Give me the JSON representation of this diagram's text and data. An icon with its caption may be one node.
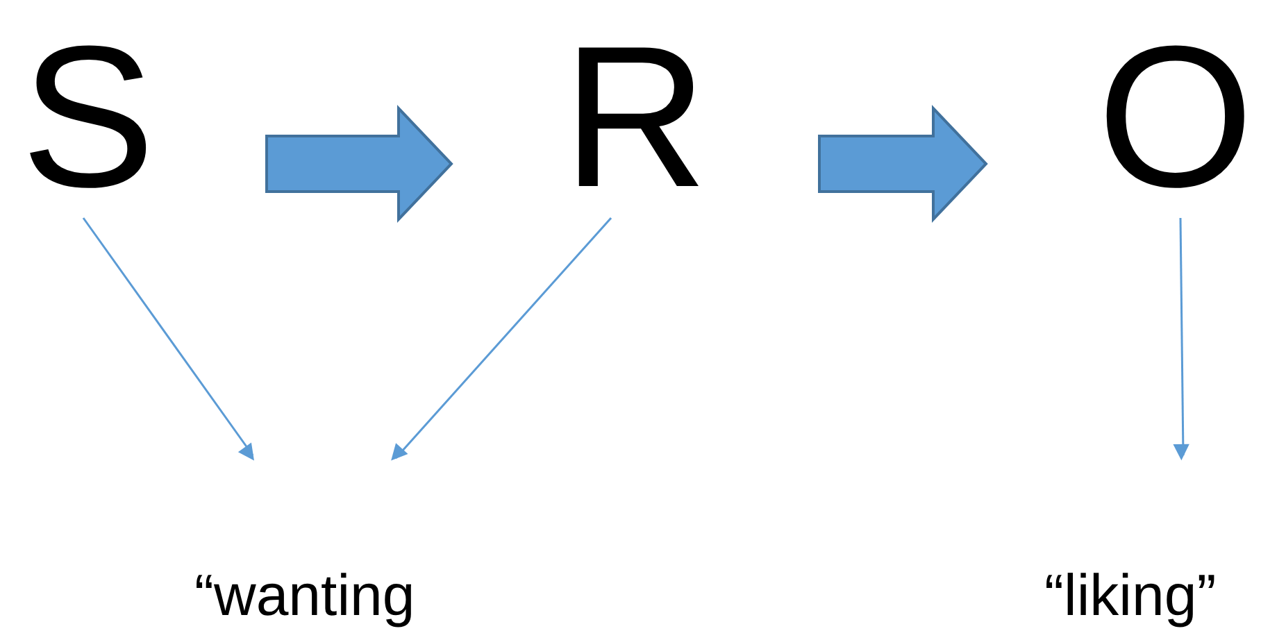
{
  "diagram": {
    "nodes": [
      {
        "text": [
          "S"
        ]
      },
      {
        "text": [
          "R"
        ]
      },
      {
        "text": [
          "O"
        ]
      },
      {
        "text": [
          "“wanting"
        ]
      },
      {
        "text": [
          "“liking”"
        ]
      }
    ],
    "edges": [
      {
        "from": 0,
        "to": 1,
        "arrow": "to",
        "style": "thick"
      },
      {
        "from": 1,
        "to": 2,
        "arrow": "to",
        "style": "thick"
      },
      {
        "from": 0,
        "to": 3,
        "arrow": "to"
      },
      {
        "from": 1,
        "to": 3,
        "arrow": "to"
      },
      {
        "from": 2,
        "to": 4,
        "arrow": "to"
      }
    ]
  }
}
